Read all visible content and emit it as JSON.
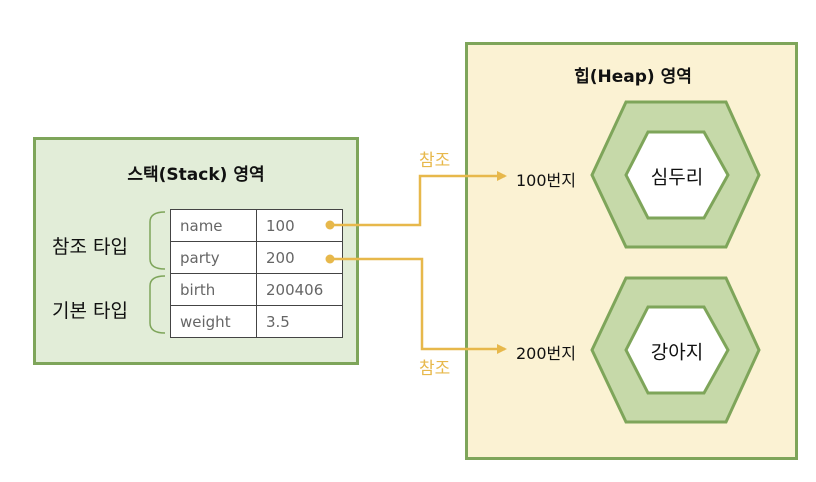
{
  "stack": {
    "title": "스택(Stack) 영역",
    "ref_type_label": "참조 타입",
    "basic_type_label": "기본 타입",
    "variables": [
      {
        "name": "name",
        "value": "100"
      },
      {
        "name": "party",
        "value": "200"
      },
      {
        "name": "birth",
        "value": "200406"
      },
      {
        "name": "weight",
        "value": "3.5"
      }
    ]
  },
  "heap": {
    "title": "힙(Heap) 영역",
    "objects": [
      {
        "address": "100번지",
        "value": "심두리"
      },
      {
        "address": "200번지",
        "value": "강아지"
      }
    ]
  },
  "references": [
    {
      "label": "참조"
    },
    {
      "label": "참조"
    }
  ],
  "colors": {
    "stack_fill": "#e2edd8",
    "heap_fill": "#fbf2d3",
    "border_green": "#7ea55a",
    "hexagon_fill": "#c6d9a9",
    "reference_arrow": "#e7b84b"
  }
}
